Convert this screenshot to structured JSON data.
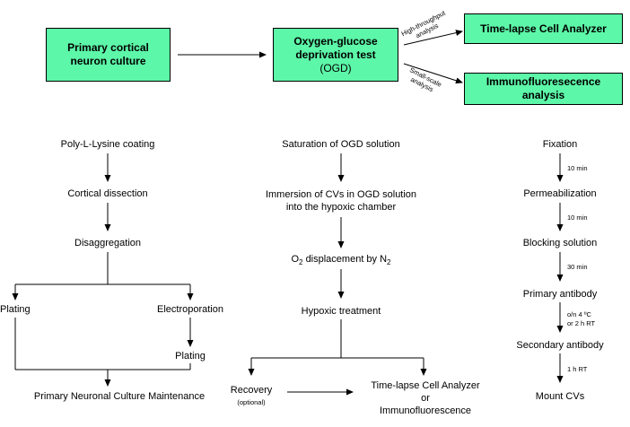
{
  "top_boxes": {
    "primary_culture": [
      "Primary cortical",
      "neuron culture"
    ],
    "ogd": [
      "Oxygen-glucose",
      "deprivation test",
      "(OGD)"
    ],
    "time_lapse": "Time-lapse Cell Analyzer",
    "immuno": [
      "Immunofluoresecence",
      "analysis"
    ]
  },
  "branch_labels": {
    "high_throughput": [
      "High-throughput",
      "analysis"
    ],
    "small_scale": [
      "Small-scale",
      "analysis"
    ]
  },
  "culture_flow": {
    "coating": "Poly-L-Lysine coating",
    "dissection": "Cortical dissection",
    "disaggregation": "Disaggregation",
    "plating_left": "Plating",
    "electroporation": "Electroporation",
    "plating_right": "Plating",
    "maintenance": "Primary Neuronal Culture Maintenance"
  },
  "ogd_flow": {
    "saturation": "Saturation of OGD solution",
    "immersion": [
      "Immersion of CVs in OGD solution",
      "into the hypoxic chamber"
    ],
    "o2_displacement": {
      "o": "O",
      "o_sub": "2",
      "mid": " displacement by N",
      "n_sub": "2"
    },
    "hypoxic": "Hypoxic treatment",
    "recovery": "Recovery",
    "recovery_note": "(optional)",
    "outcome": [
      "Time-lapse Cell Analyzer",
      "or",
      "Immunofluorescence"
    ]
  },
  "immuno_flow": {
    "fixation": "Fixation",
    "t1": "10 min",
    "permeabilization": "Permeabilization",
    "t2": "10 min",
    "blocking": "Blocking solution",
    "t3": "30 min",
    "primary": "Primary antibody",
    "t4": [
      "o/n 4 ºC",
      "or 2 h RT"
    ],
    "secondary": "Secondary antibody",
    "t5": "1 h RT",
    "mount": "Mount CVs"
  },
  "colors": {
    "box_fill": "#5cf7a8",
    "line": "#000000"
  }
}
